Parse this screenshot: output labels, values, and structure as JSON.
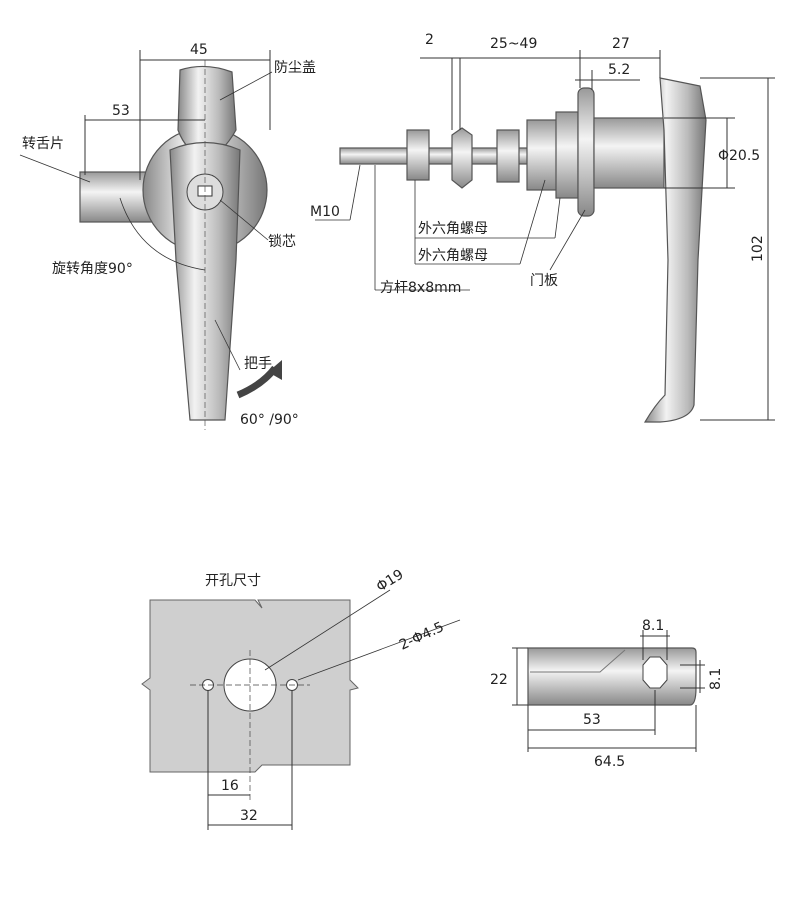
{
  "front_view": {
    "width_label": "45",
    "offset_label": "53",
    "dust_cover": "防尘盖",
    "tongue": "转舌片",
    "lock_core": "锁芯",
    "rotation_angle": "旋转角度90°",
    "handle": "把手",
    "handle_angles": "60°  /90°"
  },
  "side_view": {
    "dim_2": "2",
    "dim_range": "25~49",
    "dim_27": "27",
    "dim_5_2": "5.2",
    "dim_dia": "Φ20.5",
    "dim_102": "102",
    "thread": "M10",
    "hex_nut_1": "外六角螺母",
    "hex_nut_2": "外六角螺母",
    "square_bar": "方杆8x8mm",
    "door_panel": "门板"
  },
  "cutout": {
    "title": "开孔尺寸",
    "hole_dia": "Φ19",
    "small_holes": "2-Φ4.5",
    "dim_16": "16",
    "dim_32": "32"
  },
  "tongue_view": {
    "dim_22": "22",
    "dim_8_1_top": "8.1",
    "dim_8_1_side": "8.1",
    "dim_53": "53",
    "dim_64_5": "64.5"
  }
}
